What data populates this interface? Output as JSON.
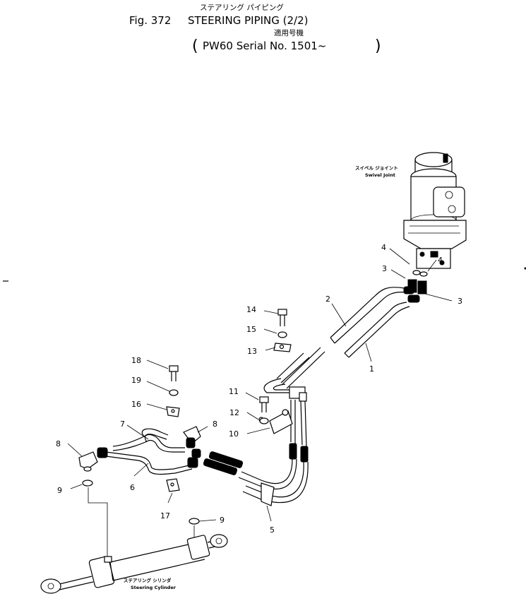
{
  "header": {
    "figure_label": "Fig. 372",
    "title_jp": "ステアリング パイピング",
    "title": "STEERING PIPING (2/2)",
    "applicable_jp": "適用号機",
    "applicable_open": "(",
    "applicable": "PW60 Serial No. 1501~",
    "applicable_close": ")"
  },
  "components": {
    "swivel_joint_jp": "スイベル ジョイント",
    "swivel_joint": "Swivel Joint",
    "steering_cylinder_jp": "ステアリング シリンダ",
    "steering_cylinder": "Steering Cylinder"
  },
  "callouts": [
    {
      "label": "1"
    },
    {
      "label": "2"
    },
    {
      "label": "3"
    },
    {
      "label": "3"
    },
    {
      "label": "4"
    },
    {
      "label": "4"
    },
    {
      "label": "5"
    },
    {
      "label": "6"
    },
    {
      "label": "7"
    },
    {
      "label": "8"
    },
    {
      "label": "8"
    },
    {
      "label": "9"
    },
    {
      "label": "9"
    },
    {
      "label": "10"
    },
    {
      "label": "11"
    },
    {
      "label": "12"
    },
    {
      "label": "13"
    },
    {
      "label": "14"
    },
    {
      "label": "15"
    },
    {
      "label": "16"
    },
    {
      "label": "17"
    },
    {
      "label": "18"
    },
    {
      "label": "19"
    }
  ]
}
